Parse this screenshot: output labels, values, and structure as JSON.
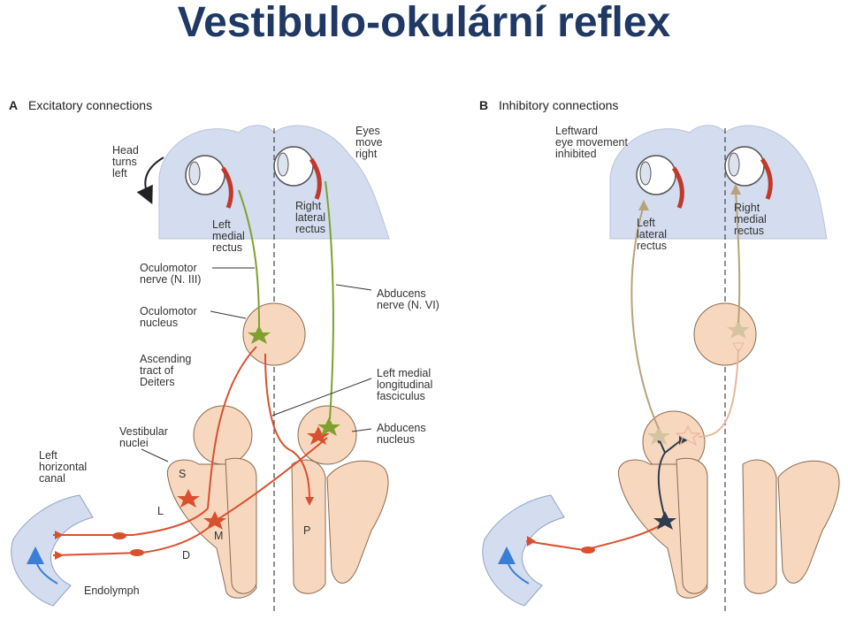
{
  "title": "Vestibulo-okulární reflex",
  "panel_a": {
    "letter": "A",
    "heading": "Excitatory connections",
    "labels": {
      "head_turns": [
        "Head",
        "turns",
        "left"
      ],
      "eyes_move": [
        "Eyes",
        "move",
        "right"
      ],
      "left_medial_rectus": [
        "Left",
        "medial",
        "rectus"
      ],
      "right_lateral_rectus": [
        "Right",
        "lateral",
        "rectus"
      ],
      "oculomotor_nerve": [
        "Oculomotor",
        "nerve (N. III)"
      ],
      "oculomotor_nucleus": [
        "Oculomotor",
        "nucleus"
      ],
      "abducens_nerve": [
        "Abducens",
        "nerve (N. VI)"
      ],
      "ascending_tract": [
        "Ascending",
        "tract of",
        "Deiters"
      ],
      "mlf": [
        "Left medial",
        "longitudinal",
        "fasciculus"
      ],
      "vestibular_nuclei": [
        "Vestibular",
        "nuclei"
      ],
      "abducens_nucleus": [
        "Abducens",
        "nucleus"
      ],
      "horizontal_canal": [
        "Left",
        "horizontal",
        "canal"
      ],
      "endolymph": "Endolymph",
      "nucleus_s": "S",
      "nucleus_l": "L",
      "nucleus_m": "M",
      "nucleus_d": "D",
      "nucleus_p": "P"
    }
  },
  "panel_b": {
    "letter": "B",
    "heading": "Inhibitory connections",
    "labels": {
      "leftward": [
        "Leftward",
        "eye movement",
        "inhibited"
      ],
      "left_lateral_rectus": [
        "Left",
        "lateral",
        "rectus"
      ],
      "right_medial_rectus": [
        "Right",
        "medial",
        "rectus"
      ]
    }
  },
  "colors": {
    "title": "#1f3864",
    "excitatory": "#d9502f",
    "oculomotor_green": "#7fa12e",
    "inhibitory": "#2f3b4f",
    "brainstem": "#f7d8bf",
    "skull": "#d3ddef",
    "endolymph_arrow": "#3a7fd5",
    "inhibited_path": "#b9a27a"
  }
}
